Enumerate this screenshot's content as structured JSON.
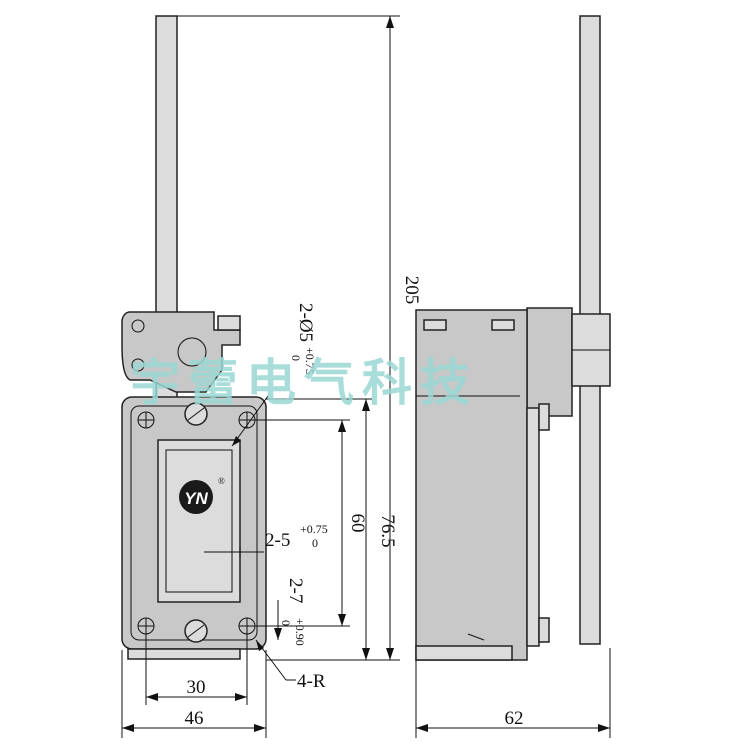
{
  "dimensions": {
    "lever_total_height": "205",
    "hole_spacing_vertical": "60",
    "body_height": "76.5",
    "hole_spacing_horizontal": "30",
    "body_width": "46",
    "side_depth": "62",
    "corner_radius": "4-R"
  },
  "callouts": {
    "hole_a_main": "2-Ø5",
    "hole_a_upper": "+0.75",
    "hole_a_lower": "0",
    "hole_b_main": "2-5",
    "hole_b_upper": "+0.75",
    "hole_b_lower": "0",
    "hole_c_main": "2-7",
    "hole_c_upper": "+0.90",
    "hole_c_lower": "0"
  },
  "logo": {
    "mark": "YN",
    "registered": "®"
  },
  "watermark": "宇蕾电气科技",
  "colors": {
    "body": "#c8c8c8",
    "line": "#111111",
    "watermark": "#9ad7d2"
  }
}
